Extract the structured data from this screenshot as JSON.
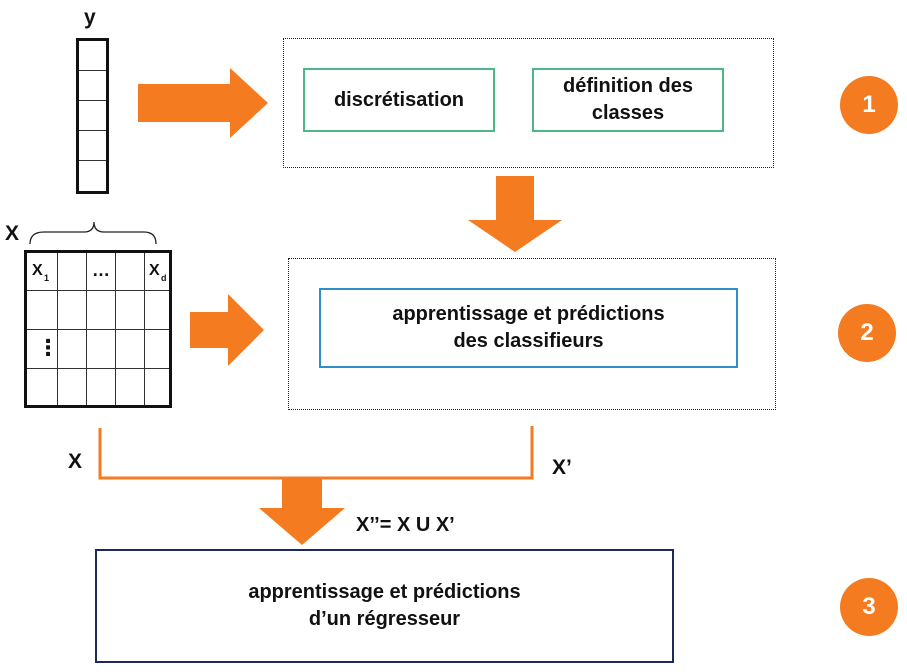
{
  "labels": {
    "y": "y",
    "x_matrix": "X",
    "x_left": "X",
    "x_prime": "X’",
    "union": "X’’= X U X’"
  },
  "matrix": {
    "col_first": "X",
    "col_first_sub": "1",
    "col_ellipsis": "…",
    "col_last": "X",
    "col_last_sub": "d",
    "row_ellipsis": "⋮"
  },
  "step1": {
    "box_a": "discrétisation",
    "box_b": "définition des classes",
    "badge": "1"
  },
  "step2": {
    "box": "apprentissage et prédictions des classifieurs",
    "badge": "2"
  },
  "step3": {
    "box": "apprentissage et prédictions d’un régresseur",
    "badge": "3"
  },
  "colors": {
    "arrow": "#f47b20",
    "badge": "#f47b20",
    "step1_border": "#4cb88a",
    "step2_border": "#2e8fc9",
    "step3_border": "#1c2a5a"
  }
}
